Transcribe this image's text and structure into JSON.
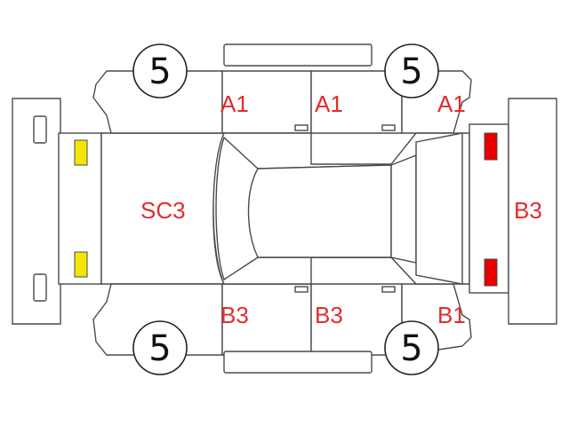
{
  "colors": {
    "code_text": "#e32c2c",
    "marker_yellow": "#f3e700",
    "marker_red": "#e80000"
  },
  "tyres": {
    "front_left": "5",
    "front_right": "5",
    "rear_left": "5",
    "rear_right": "5"
  },
  "codes": {
    "front_fender_top": "A1",
    "front_door_top": "A1",
    "rear_fender_top": "A1",
    "hood": "SC3",
    "front_fender_bottom": "B3",
    "front_door_bottom": "B3",
    "rear_fender_bottom": "B1",
    "rear_panel": "B3"
  },
  "markers": {
    "front_top": "yellow",
    "front_bottom": "yellow",
    "rear_top": "red",
    "rear_bottom": "red"
  }
}
